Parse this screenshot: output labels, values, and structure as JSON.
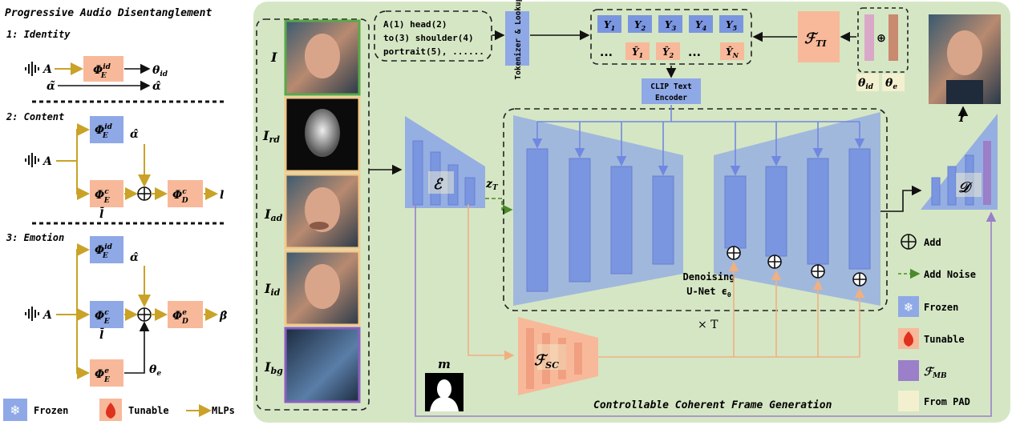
{
  "left": {
    "title": "Progressive Audio Disentanglement",
    "sec1": "1: Identity",
    "sec2": "2: Content",
    "sec3": "3: Emotion",
    "A": "A",
    "alpha_tilde": "α̃",
    "alpha_hat": "α̂",
    "theta_id": "θ",
    "theta_e": "θ",
    "l_bar": "l̄",
    "l": "l",
    "beta_hat": "β̂",
    "phi": "Φ",
    "sup_id": "id",
    "sup_c": "c",
    "sup_e": "e",
    "sub_E": "E",
    "sub_D": "D",
    "sub_id": "id",
    "sub_e": "e",
    "legend_frozen": "Frozen",
    "legend_tunable": "Tunable",
    "legend_mlps": "MLPs"
  },
  "right": {
    "text_prompt_lines": [
      "A(1) head(2)",
      "to(3) shoulder(4)",
      "portrait(5), ......"
    ],
    "tokenizer": "Tokenizer & Lookup",
    "tokens_top": [
      "Y",
      "Y",
      "Y",
      "Y",
      "Y"
    ],
    "tokens_top_sub": [
      "1",
      "2",
      "3",
      "4",
      "5"
    ],
    "tokens_bottom": [
      "Ŷ",
      "Ŷ",
      "Ŷ"
    ],
    "tokens_bottom_sub": [
      "1",
      "2",
      "N"
    ],
    "dots": "...",
    "f": "ℱ",
    "f_ti_sub": "TI",
    "f_sc_sub": "SC",
    "f_mb_sub": "MB",
    "theta": "θ",
    "theta_id_sub": "id",
    "theta_e_sub": "e",
    "oplus": "⊕",
    "clip_line1": "CLIP Text",
    "clip_line2": "Encoder",
    "encoder": "ℰ",
    "decoder": "𝒟",
    "z": "z",
    "z_sub": "T",
    "inputs": [
      "I",
      "I",
      "I",
      "I",
      "I"
    ],
    "input_subs": [
      "",
      "rd",
      "ad",
      "id",
      "bg"
    ],
    "output_label": "Î",
    "unet_line1": "Denoising",
    "unet_line2": "U-Net ϵ",
    "unet_sub": "θ",
    "times_t": "× T",
    "mask_label": "m",
    "footer": "Controllable Coherent Frame Generation",
    "legend_add": "Add",
    "legend_noise": "Add Noise",
    "legend_frozen": "Frozen",
    "legend_tunable": "Tunable",
    "legend_from_pad": "From PAD"
  },
  "colors": {
    "panel_bg": "#d5e6c4",
    "blue_block": "#8fa8e6",
    "orange_block": "#f7b99a",
    "gold_arrow": "#c9a227",
    "blue_arrow": "#7088e0",
    "pad_yellow": "#f3f0cf",
    "mb_purple": "#9b7fc8"
  }
}
